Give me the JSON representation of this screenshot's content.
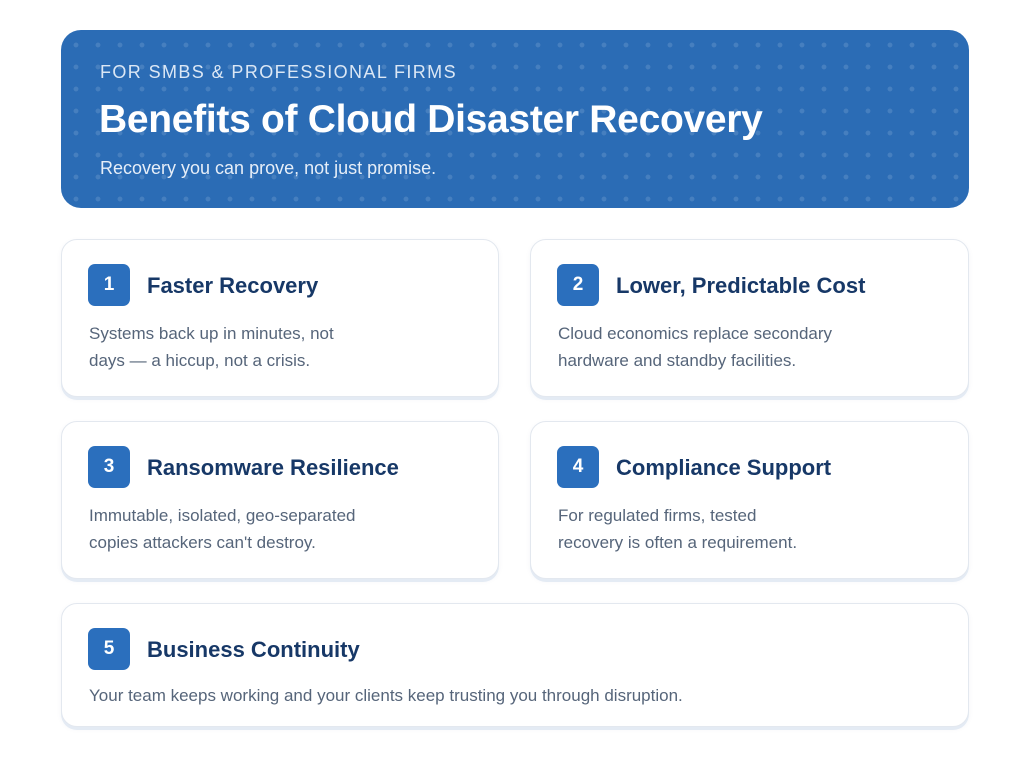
{
  "header": {
    "eyebrow": "FOR SMBS & PROFESSIONAL FIRMS",
    "title": "Benefits of Cloud Disaster Recovery",
    "subtitle": "Recovery you can prove, not just promise."
  },
  "benefits": [
    {
      "number": "1",
      "title": "Faster Recovery",
      "description": [
        "Systems back up in minutes, not",
        "days — a hiccup, not a crisis."
      ]
    },
    {
      "number": "2",
      "title": "Lower, Predictable Cost",
      "description": [
        "Cloud economics replace secondary",
        "hardware and standby facilities."
      ]
    },
    {
      "number": "3",
      "title": "Ransomware Resilience",
      "description": [
        "Immutable, isolated, geo-separated",
        "copies attackers can't destroy."
      ]
    },
    {
      "number": "4",
      "title": "Compliance Support",
      "description": [
        "For regulated firms, tested",
        "recovery is often a requirement."
      ]
    },
    {
      "number": "5",
      "title": "Business Continuity",
      "description": [
        "Your team keeps working and your clients keep trusting you through disruption."
      ]
    }
  ],
  "colors": {
    "hero_background": "#2b6cb5",
    "badge": "#2b6fbd",
    "card_title": "#173867",
    "body_text": "#56657a"
  }
}
